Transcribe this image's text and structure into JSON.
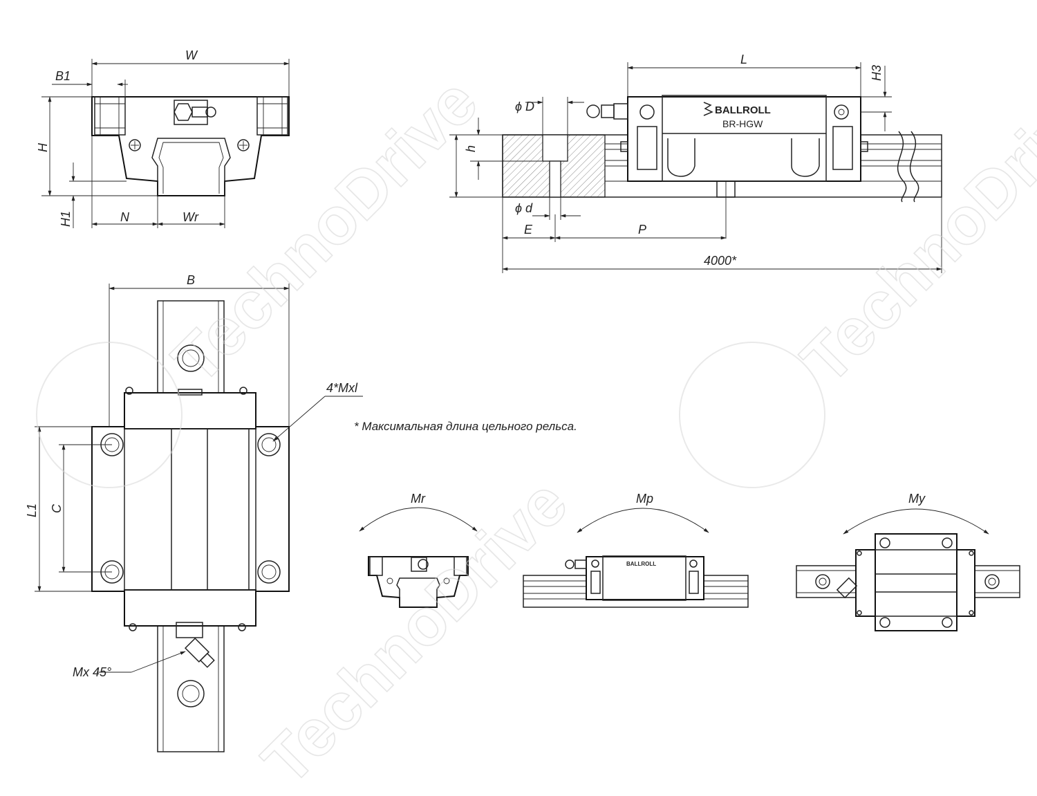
{
  "front_view": {
    "dim_W": "W",
    "dim_B1": "B1",
    "dim_H": "H",
    "dim_H1": "H1",
    "dim_N": "N",
    "dim_Wr": "Wr"
  },
  "side_view": {
    "dim_L": "L",
    "dim_H3": "H3",
    "dim_D": "ϕ D",
    "dim_h": "h",
    "dim_d": "ϕ d",
    "dim_E": "E",
    "dim_P": "P",
    "dim_length": "4000*",
    "brand": "BALLROLL",
    "model": "BR-HGW"
  },
  "top_view": {
    "dim_B": "B",
    "dim_C": "C",
    "dim_L1": "L1",
    "hole_callout": "4*Mxl",
    "grease_callout": "Mx 45°"
  },
  "footnote": "* Максимальная длина цельного рельса.",
  "moments": {
    "roll": "Mr",
    "pitch": "Mp",
    "yaw": "My",
    "brand_small": "BALLROLL"
  },
  "watermark": {
    "text": "TechnoDrive"
  }
}
